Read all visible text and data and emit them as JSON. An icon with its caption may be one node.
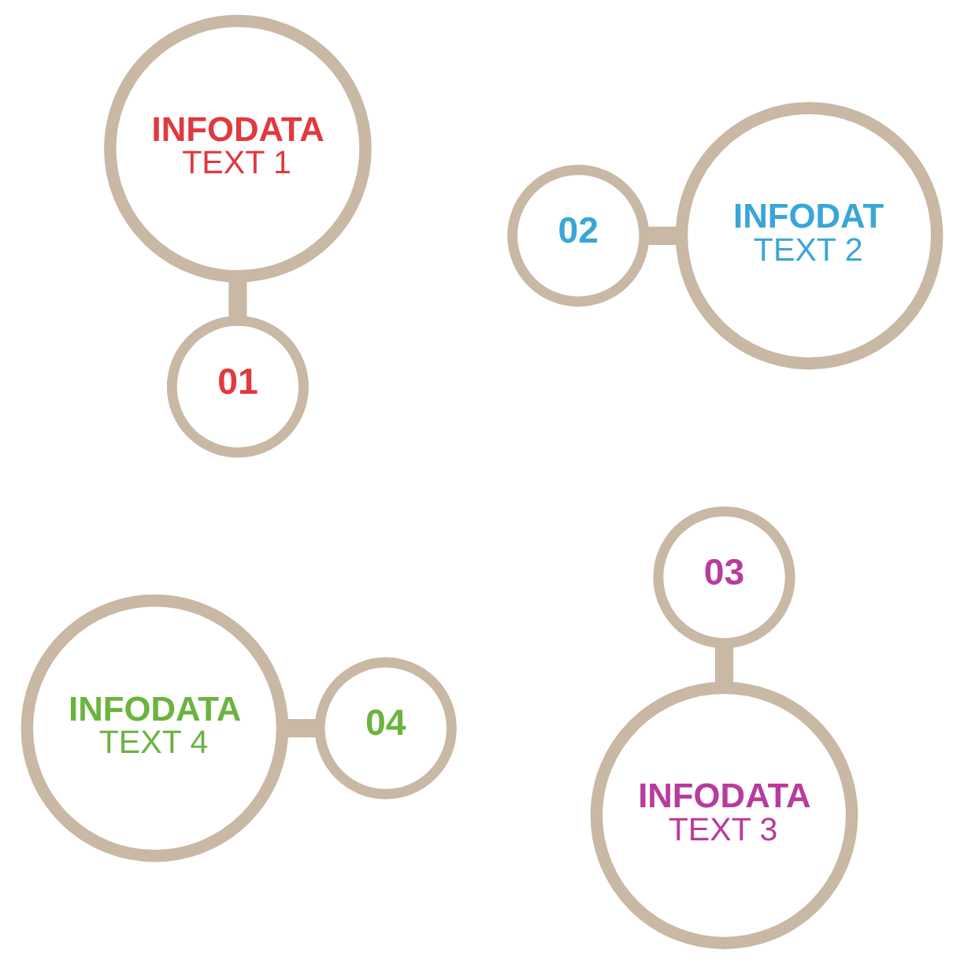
{
  "diagram": {
    "nodes": [
      {
        "text": [
          "INFODATA",
          "TEXT 1"
        ]
      },
      {
        "text": [
          "02"
        ]
      },
      {
        "text": [
          "INFODAT",
          "TEXT 2"
        ]
      },
      {
        "text": [
          "01"
        ]
      },
      {
        "text": [
          "03"
        ]
      },
      {
        "text": [
          "INFODATA",
          "TEXT 4"
        ]
      },
      {
        "text": [
          "04"
        ]
      },
      {
        "text": [
          "INFODATA",
          "TEXT 3"
        ]
      }
    ],
    "edges": [
      {
        "from": 0,
        "to": 3,
        "arrow": "none"
      },
      {
        "from": 1,
        "to": 2,
        "arrow": "none"
      },
      {
        "from": 4,
        "to": 7,
        "arrow": "none"
      },
      {
        "from": 5,
        "to": 6,
        "arrow": "none"
      }
    ]
  }
}
